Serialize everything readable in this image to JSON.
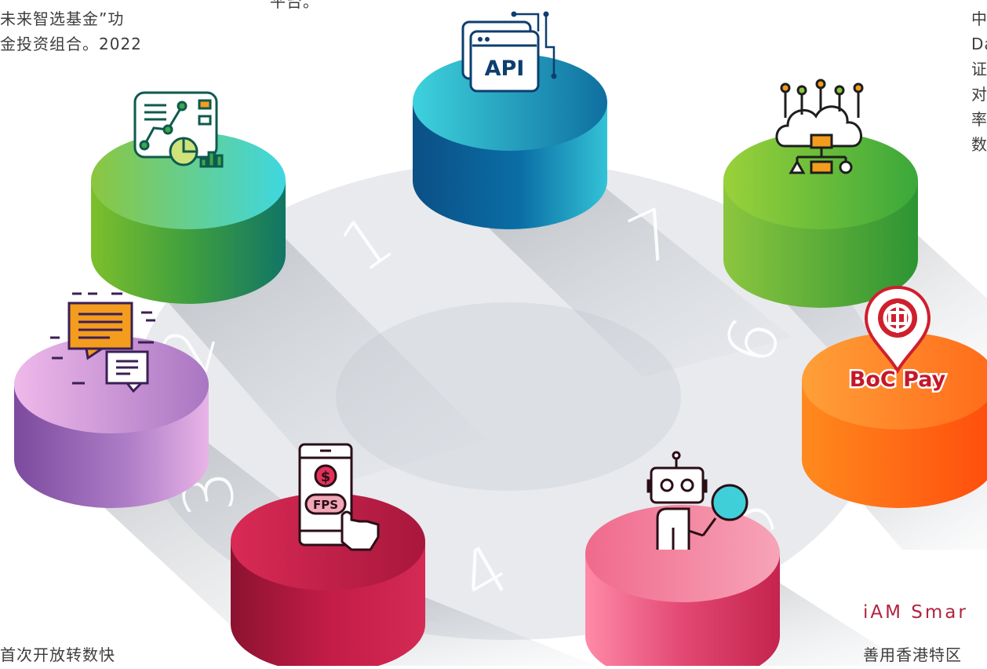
{
  "text_fragments": {
    "top_left_line1": "未来智选基金”功",
    "top_left_line2": "金投资组合。2022",
    "top_middle": "平台。",
    "right_col_line1": "中",
    "right_col_line2": "Da",
    "right_col_line3": "证",
    "right_col_line4": "对",
    "right_col_line5": "率",
    "right_col_line6": "数",
    "bottom_left": "首次开放转数快",
    "bottom_right_title": "iAM Smar",
    "bottom_right_body": "善用香港特区"
  },
  "ring_numbers": [
    "1",
    "2",
    "3",
    "4",
    "5",
    "6",
    "7"
  ],
  "api_label": "API",
  "fps_label": "FPS",
  "fps_symbol": "$",
  "boc_pay_label": "BoC Pay",
  "colors": {
    "ring": "#e6e8ec",
    "inner_disc": "#dfe2e6",
    "cylinder_api": [
      "#3dc7d6",
      "#0b5f8e"
    ],
    "cylinder_analytics": [
      "#8cc63f",
      "#1c8a73"
    ],
    "cylinder_cloud": [
      "#8cc63f",
      "#2f9f3a"
    ],
    "cylinder_chat": [
      "#e8b3e6",
      "#7f4c9d"
    ],
    "cylinder_fps": [
      "#c8214c",
      "#8c1230"
    ],
    "cylinder_robot": [
      "#f58aa3",
      "#c9244f"
    ],
    "cylinder_boc": [
      "#ff9a2e",
      "#ff4e0e"
    ],
    "accent_pink": "#b0243f"
  },
  "icons": [
    "analytics-dashboard-icon",
    "api-window-icon",
    "cloud-network-icon",
    "chat-bubbles-icon",
    "fps-phone-icon",
    "robot-search-icon",
    "boc-pay-pin-icon"
  ]
}
